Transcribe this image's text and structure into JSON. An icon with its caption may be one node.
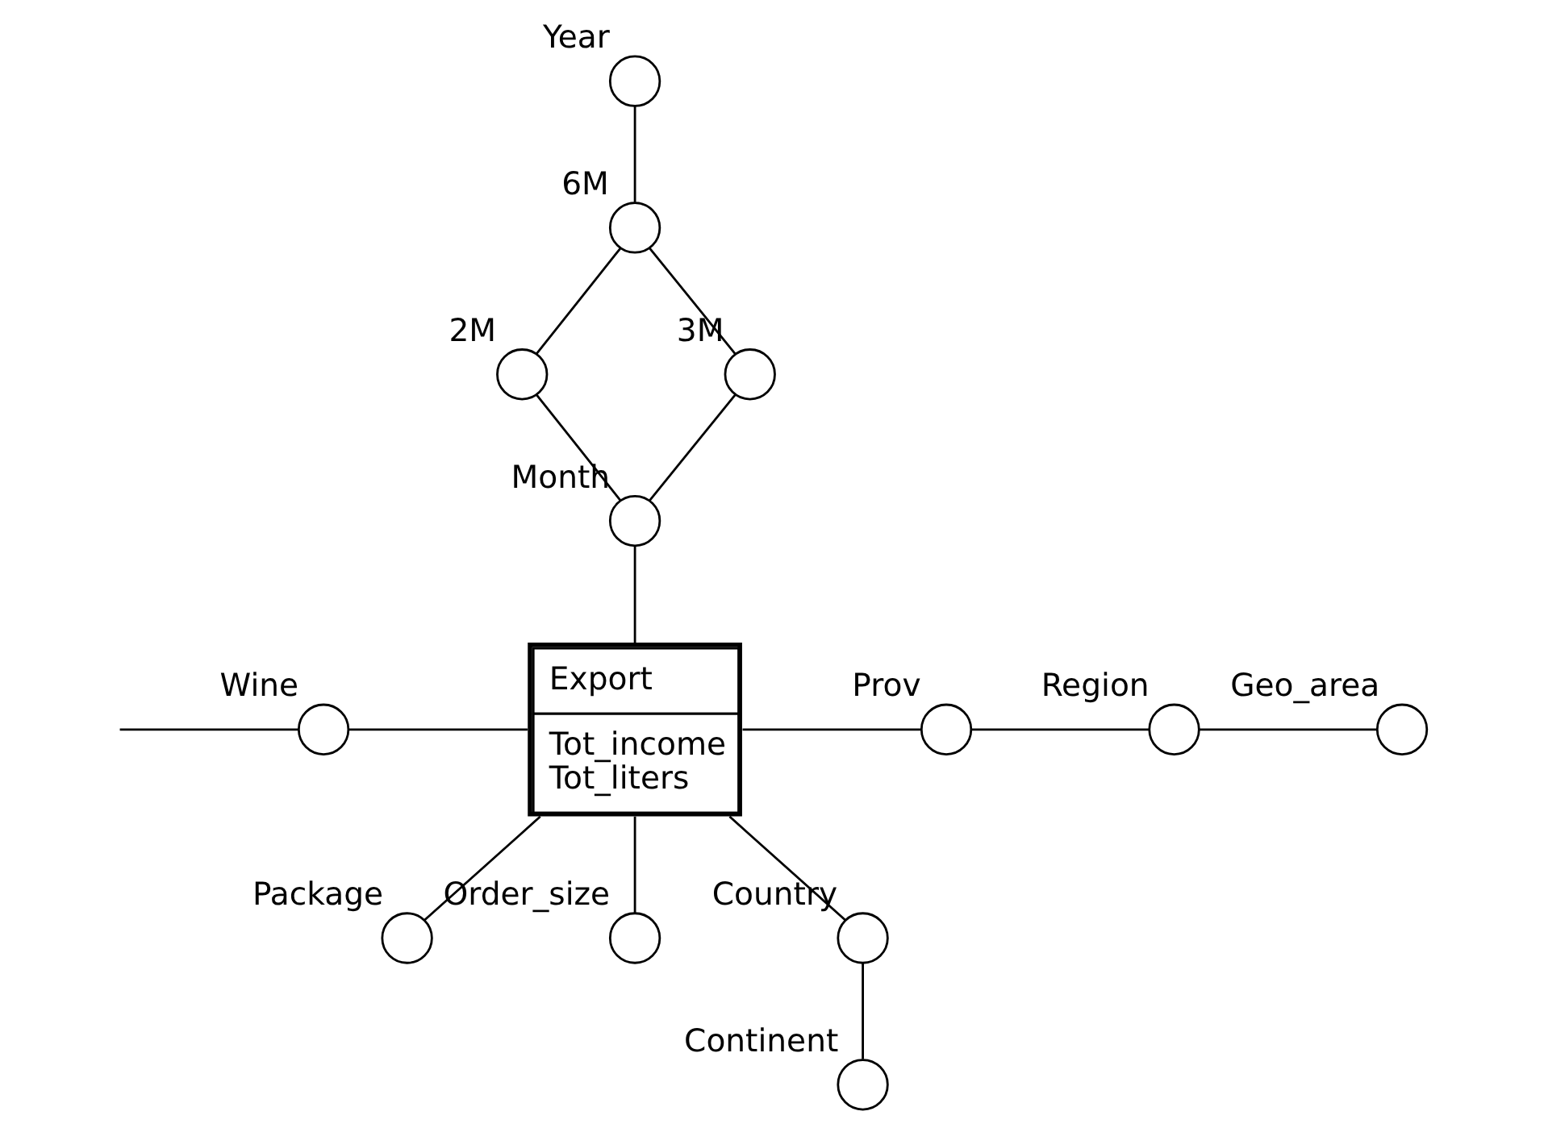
{
  "diagram": {
    "nodes": [
      {
        "text": [
          "Export",
          "Tot_income",
          "Tot_liters"
        ]
      },
      {
        "text": [],
        "shape": "circle",
        "beside": [
          "Year"
        ]
      },
      {
        "text": [],
        "shape": "circle",
        "beside": [
          "6M"
        ]
      },
      {
        "text": [],
        "shape": "circle",
        "beside": [
          "2M"
        ]
      },
      {
        "text": [],
        "shape": "circle",
        "beside": [
          "3M"
        ]
      },
      {
        "text": [],
        "shape": "circle",
        "beside": [
          "Month"
        ]
      },
      {
        "text": [],
        "shape": "circle",
        "beside": [
          "Prov"
        ]
      },
      {
        "text": [],
        "shape": "circle",
        "beside": [
          "Region"
        ]
      },
      {
        "text": [],
        "shape": "circle",
        "beside": [
          "Geo_area"
        ]
      },
      {
        "text": [],
        "shape": "circle",
        "beside": [
          "Wine"
        ]
      },
      {
        "text": [],
        "shape": "circle",
        "beside": [
          "Package"
        ]
      },
      {
        "text": [],
        "shape": "circle",
        "beside": [
          "Order_size"
        ]
      },
      {
        "text": [],
        "shape": "circle",
        "beside": [
          "Country"
        ]
      },
      {
        "text": [],
        "shape": "circle",
        "beside": [
          "Continent"
        ]
      }
    ],
    "edges": [
      {
        "from": 1,
        "to": 2,
        "arrow": "none"
      },
      {
        "from": 2,
        "to": 3,
        "arrow": "none"
      },
      {
        "from": 2,
        "to": 4,
        "arrow": "none"
      },
      {
        "from": 3,
        "to": 5,
        "arrow": "none"
      },
      {
        "from": 4,
        "to": 5,
        "arrow": "none"
      },
      {
        "from": 5,
        "to": 0,
        "arrow": "none"
      },
      {
        "from": 0,
        "to": 6,
        "arrow": "none"
      },
      {
        "from": 6,
        "to": 7,
        "arrow": "none"
      },
      {
        "from": 7,
        "to": 8,
        "arrow": "none"
      },
      {
        "from": 9,
        "to": 0,
        "arrow": "none"
      },
      {
        "from": null,
        "to": 9,
        "arrow": "none"
      },
      {
        "from": 0,
        "to": 10,
        "arrow": "none"
      },
      {
        "from": 0,
        "to": 11,
        "arrow": "none"
      },
      {
        "from": 0,
        "to": 12,
        "arrow": "none"
      },
      {
        "from": 12,
        "to": 13,
        "arrow": "none"
      }
    ]
  }
}
